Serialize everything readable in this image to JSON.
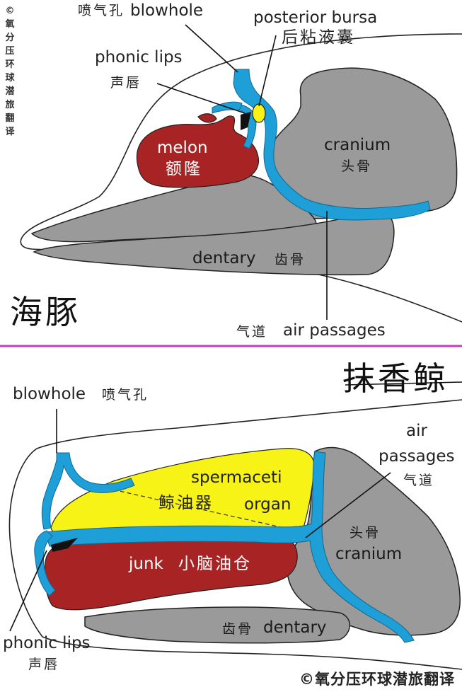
{
  "watermark": {
    "vertical": "©氧分压环球潜旅翻译",
    "bottom": "©氧分压环球潜旅翻译"
  },
  "colors": {
    "blue": "#1e9fd8",
    "red": "#a82424",
    "grey": "#9a9a9a",
    "yellow": "#f7f316",
    "divider": "#c43bc4"
  },
  "dolphin": {
    "title": "海豚",
    "blowhole": {
      "zh": "喷气孔",
      "en": "blowhole"
    },
    "posterior_bursa": {
      "en": "posterior bursa",
      "zh": "后粘液囊"
    },
    "phonic_lips": {
      "en": "phonic lips",
      "zh": "声唇"
    },
    "melon": {
      "en": "melon",
      "zh": "额隆"
    },
    "cranium": {
      "en": "cranium",
      "zh": "头骨"
    },
    "dentary": {
      "en": "dentary",
      "zh": "齿骨"
    },
    "air_passages": {
      "zh": "气道",
      "en": "air passages"
    }
  },
  "sperm_whale": {
    "title": "抹香鲸",
    "blowhole": {
      "en": "blowhole",
      "zh": "喷气孔"
    },
    "spermaceti": {
      "en1": "spermaceti",
      "en2": "organ",
      "zh": "鲸油器"
    },
    "air_passages": {
      "en1": "air",
      "en2": "passages",
      "zh": "气道"
    },
    "cranium": {
      "zh": "头骨",
      "en": "cranium"
    },
    "junk": {
      "en": "junk",
      "zh": "小脑油仓"
    },
    "dentary": {
      "zh": "齿骨",
      "en": "dentary"
    },
    "phonic_lips": {
      "en": "phonic lips",
      "zh": "声唇"
    }
  }
}
